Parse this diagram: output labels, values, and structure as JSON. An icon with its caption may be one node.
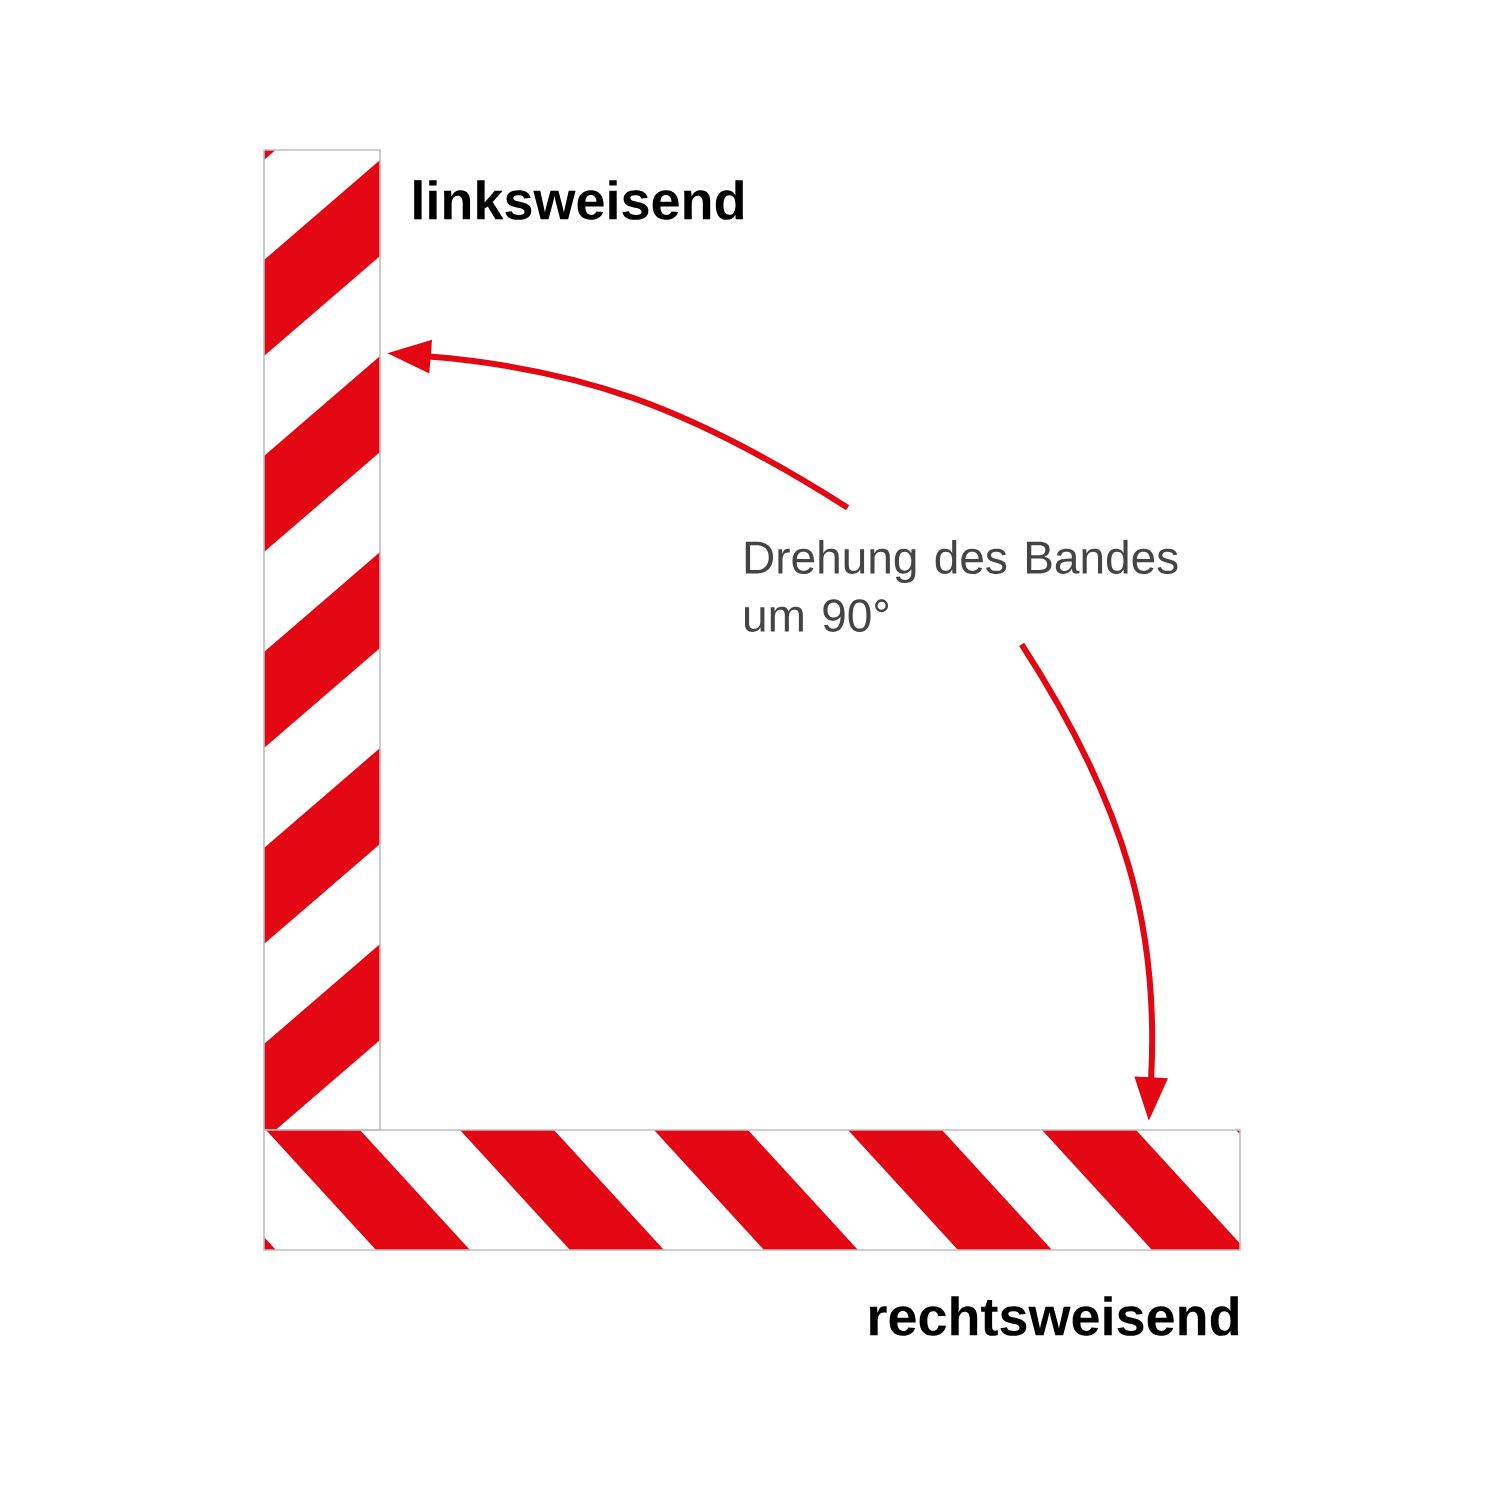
{
  "diagram": {
    "nodes": [
      {
        "text": [
          "linksweisend"
        ]
      },
      {
        "text": [
          "rechtsweisend"
        ]
      },
      {
        "text": [
          "Drehung des Bandes um 90°"
        ]
      }
    ],
    "edges": [
      {
        "from": 2,
        "to": 0,
        "arrow": "to"
      },
      {
        "from": 2,
        "to": 1,
        "arrow": "to"
      }
    ]
  }
}
